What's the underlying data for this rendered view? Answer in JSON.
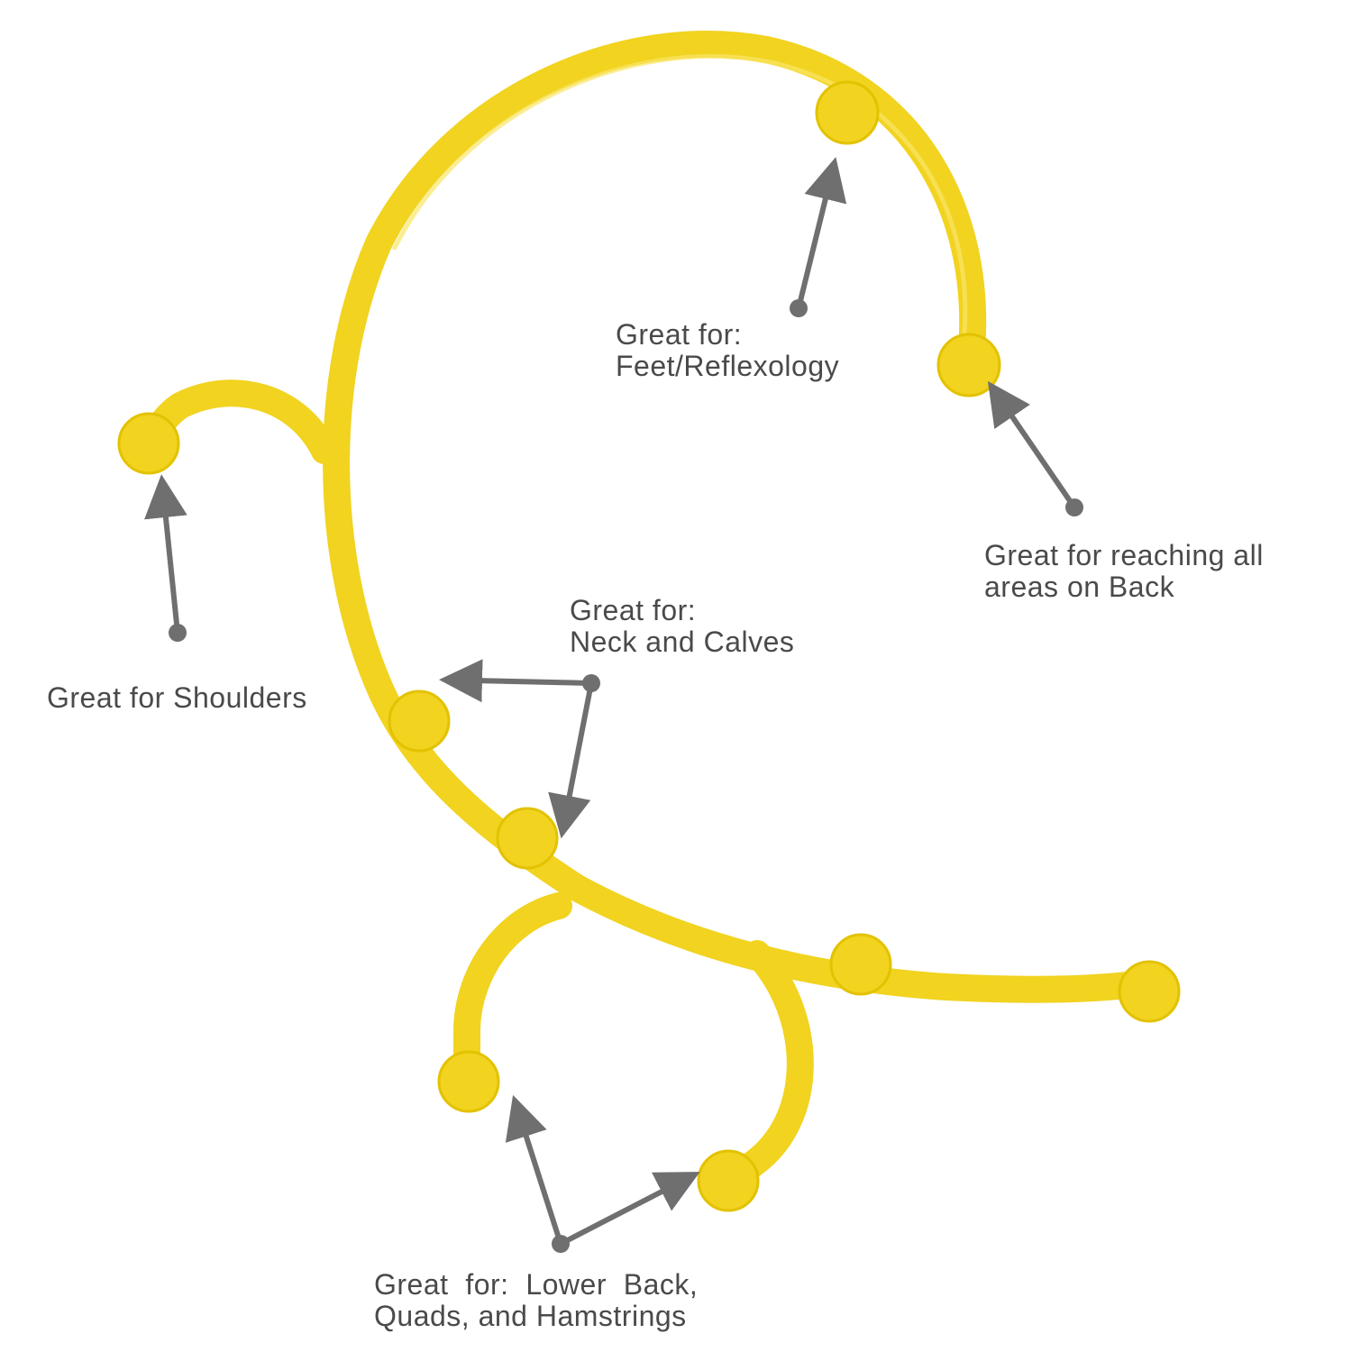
{
  "colors": {
    "product": "#f1d320",
    "product_shade": "#e3c200",
    "product_highlight": "#fae566",
    "annotation": "#6f6f6f",
    "text": "#4a4a4a",
    "background": "#ffffff"
  },
  "callouts": {
    "feet": {
      "line1": "Great for:",
      "line2": "Feet/Reflexology"
    },
    "back": {
      "line1": "Great for reaching all",
      "line2": "areas on Back"
    },
    "shoulders": {
      "line1": "Great for Shoulders"
    },
    "neck": {
      "line1": "Great for:",
      "line2": "Neck and Calves"
    },
    "lower_back": {
      "line1": "Great  for:  Lower  Back,",
      "line2": "Quads, and Hamstrings"
    }
  }
}
